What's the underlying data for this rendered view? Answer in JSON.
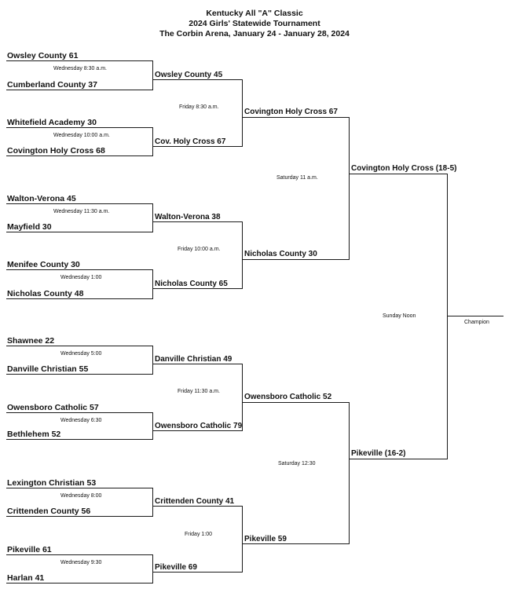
{
  "header": {
    "line1": "Kentucky All \"A\" Classic",
    "line2": "2024 Girls' Statewide Tournament",
    "line3": "The Corbin Arena, January 24 - January 28, 2024"
  },
  "round1": {
    "teams": [
      "Owsley County 61",
      "Cumberland County 37",
      "Whitefield Academy 30",
      "Covington Holy Cross 68",
      "Walton-Verona 45",
      "Mayfield 30",
      "Menifee County 30",
      "Nicholas County 48",
      "Shawnee 22",
      "Danville Christian 55",
      "Owensboro Catholic 57",
      "Bethlehem 52",
      "Lexington Christian 53",
      "Crittenden County 56",
      "Pikeville 61",
      "Harlan 41"
    ],
    "times": [
      "Wednesday 8:30 a.m.",
      "Wednesday 10:00 a.m.",
      "Wednesday 11:30 a.m.",
      "Wednesday 1:00",
      "Wednesday 5:00",
      "Wednesday 6:30",
      "Wednesday 8:00",
      "Wednesday 9:30"
    ]
  },
  "round2": {
    "teams": [
      "Owsley County 45",
      "Cov. Holy Cross 67",
      "Walton-Verona 38",
      "Nicholas County 65",
      "Danville Christian 49",
      "Owensboro Catholic 79",
      "Crittenden County 41",
      "Pikeville 69"
    ],
    "times": [
      "Friday 8:30 a.m.",
      "Friday 10:00 a.m.",
      "Friday 11:30 a.m.",
      "Friday 1:00"
    ]
  },
  "round3": {
    "teams": [
      "Covington Holy Cross 67",
      "Nicholas County 30",
      "Owensboro Catholic 52",
      "Pikeville 59"
    ],
    "times": [
      "Saturday 11 a.m.",
      "Saturday 12:30"
    ]
  },
  "round4": {
    "teams": [
      "Covington Holy Cross (18-5)",
      "Pikeville (16-2)"
    ],
    "time": "Sunday Noon"
  },
  "champion_label": "Champion"
}
